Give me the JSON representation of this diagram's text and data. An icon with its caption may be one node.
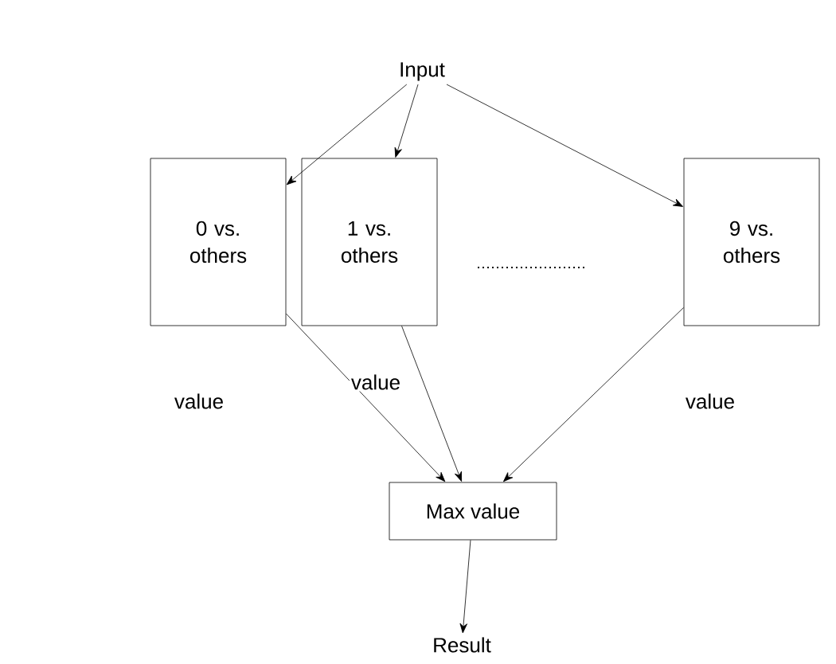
{
  "diagram": {
    "nodes": [
      {
        "text": [
          "Input"
        ]
      },
      {
        "text": [
          "0 vs. others"
        ]
      },
      {
        "text": [
          "1 vs. others"
        ]
      },
      {
        "text": [
          "9 vs. others"
        ]
      },
      {
        "text": [
          "Max value"
        ]
      },
      {
        "text": [
          "Result"
        ]
      }
    ],
    "edges": [
      {
        "from": 0,
        "to": 1,
        "arrow": "to"
      },
      {
        "from": 0,
        "to": 2,
        "arrow": "to"
      },
      {
        "from": 0,
        "to": 3,
        "arrow": "to"
      },
      {
        "from": 1,
        "to": 4,
        "arrow": "to",
        "label": "value"
      },
      {
        "from": 2,
        "to": 4,
        "arrow": "to",
        "label": "value"
      },
      {
        "from": 3,
        "to": 4,
        "arrow": "to",
        "label": "value"
      },
      {
        "from": 4,
        "to": 5,
        "arrow": "to"
      }
    ]
  }
}
